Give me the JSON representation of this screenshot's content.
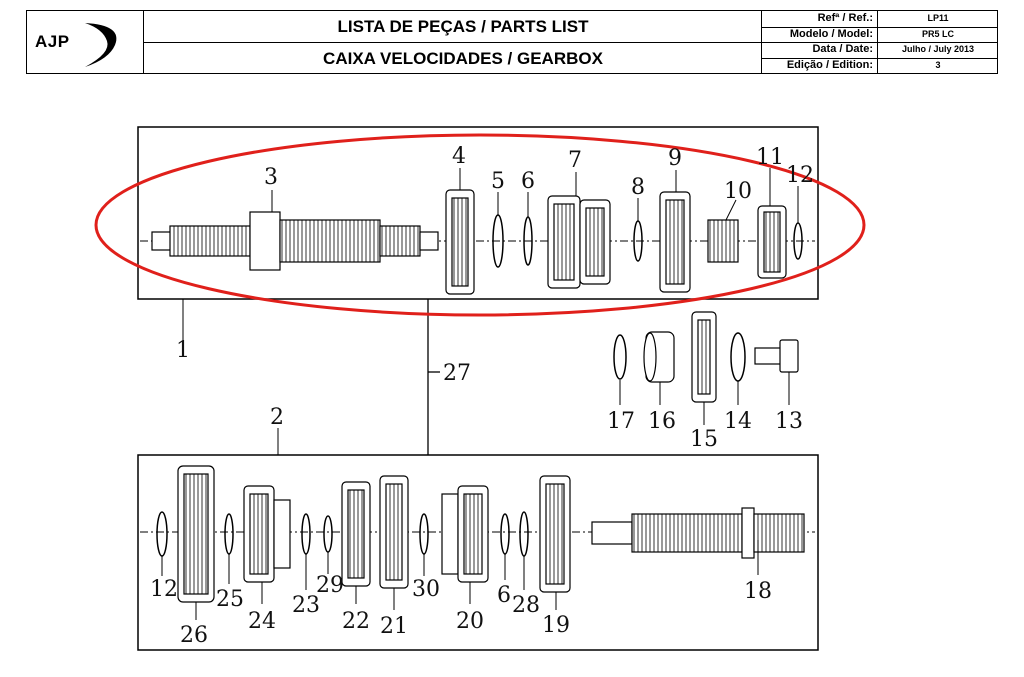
{
  "header": {
    "logo_text": "AJP",
    "title_line1": "LISTA DE PEÇAS / PARTS LIST",
    "title_line2": "CAIXA VELOCIDADES / GEARBOX",
    "info": [
      {
        "key": "Refª / Ref.:",
        "value": "LP11"
      },
      {
        "key": "Modelo / Model:",
        "value": "PR5 LC"
      },
      {
        "key": "Data / Date:",
        "value": "Julho / July 2013"
      },
      {
        "key": "Edição / Edition:",
        "value": "3"
      }
    ]
  },
  "diagram": {
    "highlight_color": "#e0201b",
    "labels": {
      "p1": "1",
      "p2": "2",
      "p3": "3",
      "p4": "4",
      "p5": "5",
      "p6": "6",
      "p7": "7",
      "p8": "8",
      "p9": "9",
      "p10": "10",
      "p11": "11",
      "p12": "12",
      "p13": "13",
      "p14": "14",
      "p15": "15",
      "p16": "16",
      "p17": "17",
      "p18": "18",
      "p19": "19",
      "p20": "20",
      "p21": "21",
      "p22": "22",
      "p23": "23",
      "p24": "24",
      "p25": "25",
      "p26": "26",
      "p27": "27",
      "p28": "28",
      "p29": "29",
      "p30": "30",
      "p6b": "6",
      "p12b": "12"
    }
  }
}
